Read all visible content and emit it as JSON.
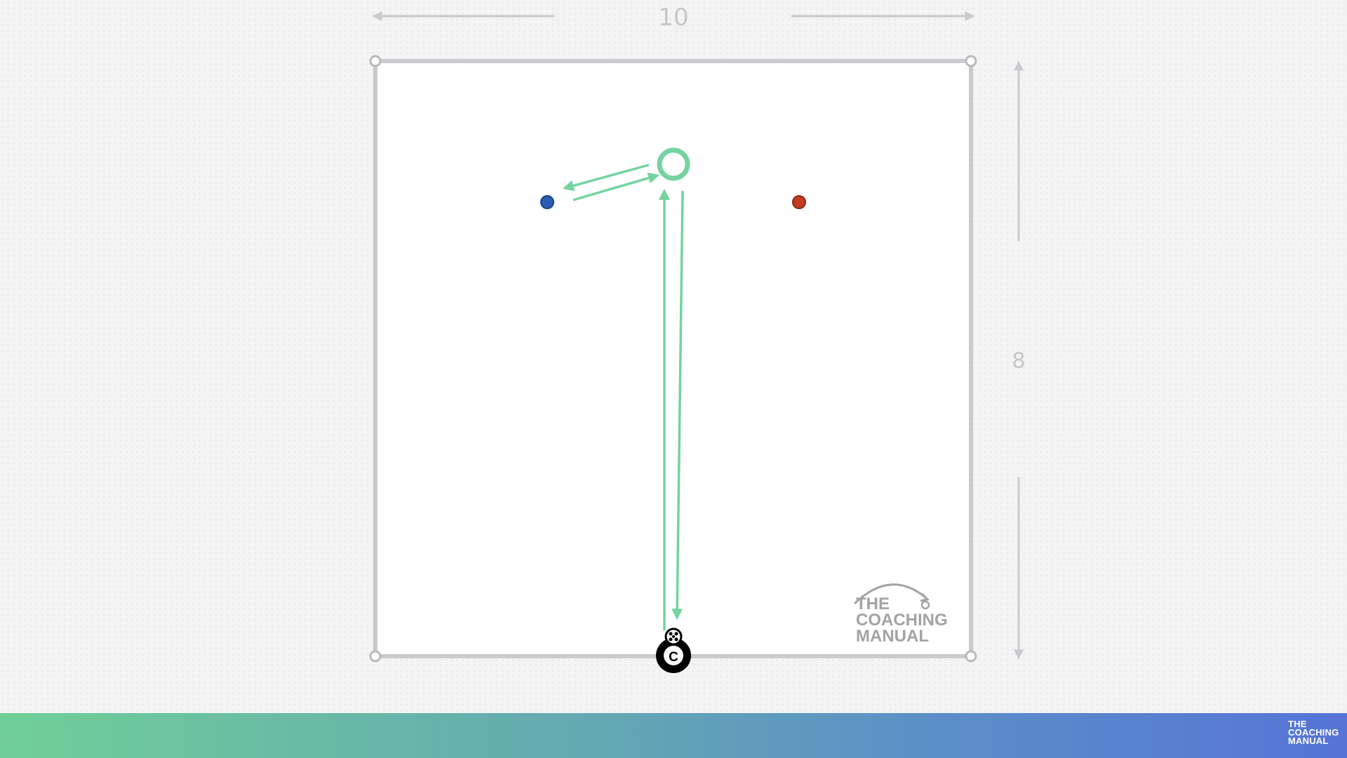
{
  "diagram": {
    "width_label": "10",
    "height_label": "8",
    "colors": {
      "boundary": "#cacace",
      "arrow": "#74d3a0",
      "player_blue": "#2a5db3",
      "player_red": "#c23b22",
      "coach": "#000000"
    },
    "coach_label": "C",
    "icons": [
      "soccer-ball-icon",
      "cone-marker-icon"
    ]
  },
  "watermark": {
    "line1": "THE",
    "line2": "COACHING",
    "line3": "MANUAL"
  },
  "footer": {
    "logo_line1": "THE",
    "logo_line2": "COACHING",
    "logo_line3": "MANUAL"
  }
}
